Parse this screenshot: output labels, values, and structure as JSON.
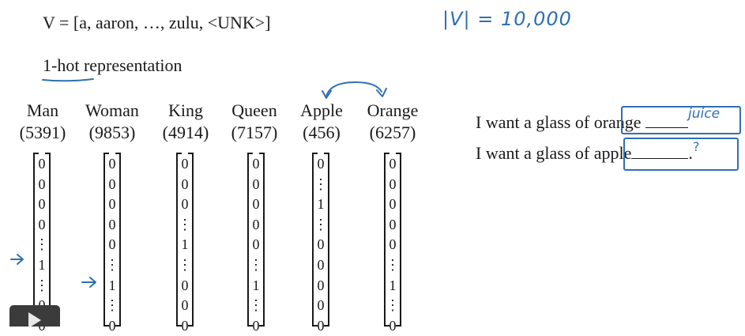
{
  "vocabulary_line": "V = [a, aaron, …, zulu, <UNK>]",
  "vocab_size_note": "|V| = 10,000",
  "section_heading": "1-hot representation",
  "words": [
    {
      "word": "Man",
      "index": "(5391)",
      "vector": [
        "0",
        "0",
        "0",
        "0",
        "⋮",
        "1",
        "⋮",
        "0",
        "0"
      ]
    },
    {
      "word": "Woman",
      "index": "(9853)",
      "vector": [
        "0",
        "0",
        "0",
        "0",
        "0",
        "⋮",
        "1",
        "⋮",
        "0"
      ]
    },
    {
      "word": "King",
      "index": "(4914)",
      "vector": [
        "0",
        "0",
        "0",
        "⋮",
        "1",
        "⋮",
        "0",
        "0",
        "0"
      ]
    },
    {
      "word": "Queen",
      "index": "(7157)",
      "vector": [
        "0",
        "0",
        "0",
        "0",
        "0",
        "⋮",
        "1",
        "⋮",
        "0"
      ]
    },
    {
      "word": "Apple",
      "index": "(456)",
      "vector": [
        "0",
        "⋮",
        "1",
        "⋮",
        "0",
        "0",
        "0",
        "0",
        "0"
      ]
    },
    {
      "word": "Orange",
      "index": "(6257)",
      "vector": [
        "0",
        "0",
        "0",
        "0",
        "0",
        "⋮",
        "1",
        "⋮",
        "0"
      ]
    }
  ],
  "sentence_1": {
    "text": "I want a glass of ",
    "boxed": "orange",
    "blank_word": "juice"
  },
  "sentence_2": {
    "text": "I want a glass of ",
    "boxed": "apple",
    "blank_word": "?"
  },
  "ink_color": "#2f6fb3"
}
